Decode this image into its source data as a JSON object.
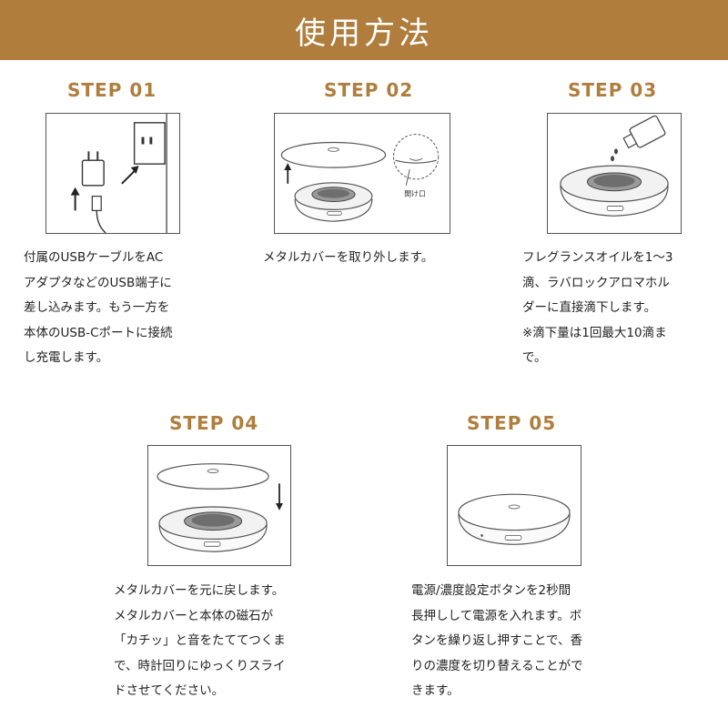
{
  "header": {
    "title": "使用方法",
    "background": "#b07d3d"
  },
  "accent_color": "#b07d3d",
  "steps": [
    {
      "label": "STEP 01",
      "illustration": "usb-adapter-wall-outlet",
      "lines": [
        "付属のUSBケーブルをAC",
        "アダプタなどのUSB端子に",
        "差し込みます。もう一方を",
        "本体のUSB-Cポートに接続",
        "し充電します。"
      ]
    },
    {
      "label": "STEP 02",
      "illustration": "remove-metal-cover",
      "callout": "開け口",
      "lines": [
        "メタルカバーを取り外します。"
      ]
    },
    {
      "label": "STEP 03",
      "illustration": "drop-oil-on-holder",
      "lines": [
        "フレグランスオイルを1～3",
        "滴、ラバロックアロマホル",
        "ダーに直接滴下します。",
        "※滴下量は1回最大10滴ま",
        "で。"
      ]
    },
    {
      "label": "STEP 04",
      "illustration": "replace-metal-cover",
      "lines": [
        "メタルカバーを元に戻します。",
        "メタルカバーと本体の磁石が",
        "「カチッ」と音をたててつくま",
        "で、時計回りにゆっくりスライ",
        "ドさせてください。"
      ]
    },
    {
      "label": "STEP 05",
      "illustration": "diffuser-closed",
      "lines": [
        "電源/濃度設定ボタンを2秒間",
        "長押しして電源を入れます。ボ",
        "タンを繰り返し押すことで、香",
        "りの濃度を切り替えることがで",
        "きます。"
      ]
    }
  ]
}
